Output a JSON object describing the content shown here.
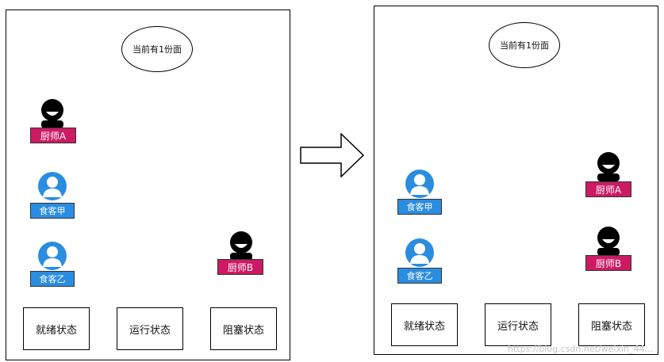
{
  "before": {
    "oval_text": "当前有1份面",
    "chef_a": "厨师A",
    "chef_b": "厨师B",
    "diner_1": "食客甲",
    "diner_2": "食客乙",
    "state_ready": "就绪状态",
    "state_running": "运行状态",
    "state_blocked": "阻塞状态"
  },
  "after": {
    "oval_text": "当前有1份面",
    "chef_a": "厨师A",
    "chef_b": "厨师B",
    "diner_1": "食客甲",
    "diner_2": "食客乙",
    "state_ready": "就绪状态",
    "state_running": "运行状态",
    "state_blocked": "阻塞状态"
  },
  "watermark": "https://blog.csdn.net/weixin_44...",
  "colors": {
    "chef": "#cc1a64",
    "diner": "#2a8de0",
    "border": "#000000"
  }
}
